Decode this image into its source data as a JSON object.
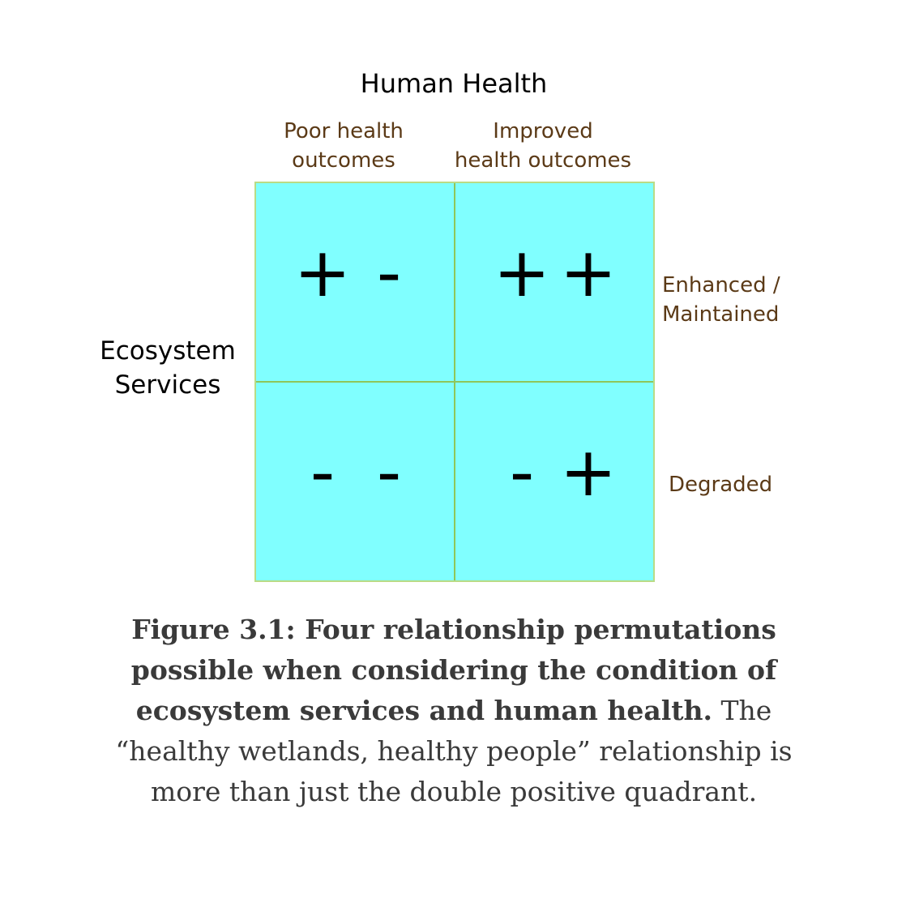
{
  "diagram": {
    "column_axis_title": "Human Health",
    "column_labels": [
      [
        "Poor health",
        "outcomes"
      ],
      [
        "Improved",
        "health outcomes"
      ]
    ],
    "row_axis_title": [
      "Ecosystem",
      "Services"
    ],
    "row_labels": [
      [
        "Enhanced /",
        "Maintained"
      ],
      [
        "Degraded"
      ]
    ],
    "quadrants": {
      "top_left": [
        "+",
        "-"
      ],
      "top_right": [
        "+",
        "+"
      ],
      "bottom_left": [
        "-",
        "-"
      ],
      "bottom_right": [
        "-",
        "+"
      ]
    },
    "colors": {
      "quadrant_fill": "#80ffff",
      "grid_line": "#8fc65a",
      "label_text": "#5b3a17"
    }
  },
  "caption": {
    "bold": "Figure 3.1: Four relationship permutations possible when considering the condition of ecosystem services and human health.",
    "regular": "The “healthy wetlands, healthy people” relationship is more than just the double positive quadrant."
  }
}
